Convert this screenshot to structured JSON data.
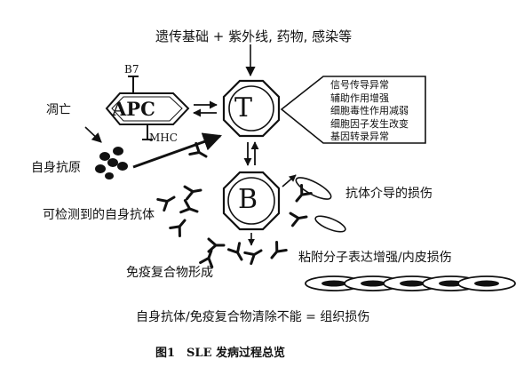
{
  "diagram": {
    "top_factors": "遗传基础 + 紫外线, 药物, 感染等",
    "labels": {
      "b7": "B7",
      "apc": "APC",
      "mhc": "MHC",
      "t_cell": "T",
      "b_cell": "B",
      "apoptosis": "凋亡",
      "self_antigen": "自身抗原",
      "detectable_autoantibody": "可检测到的自身抗体",
      "antibody_mediated_damage": "抗体介导的损伤",
      "immune_complex_formation": "免疫复合物形成",
      "adhesion_endothelial": "粘附分子表达增强/内皮损伤"
    },
    "t_cell_abnormalities": [
      "信号传导异常",
      "辅助作用增强",
      "细胞毒性作用减弱",
      "细胞因子发生改变",
      "基因转录异常"
    ],
    "conclusion": "自身抗体/免疫复合物清除不能 = 组织损伤"
  },
  "caption": "图1　SLE 发病过程总览"
}
